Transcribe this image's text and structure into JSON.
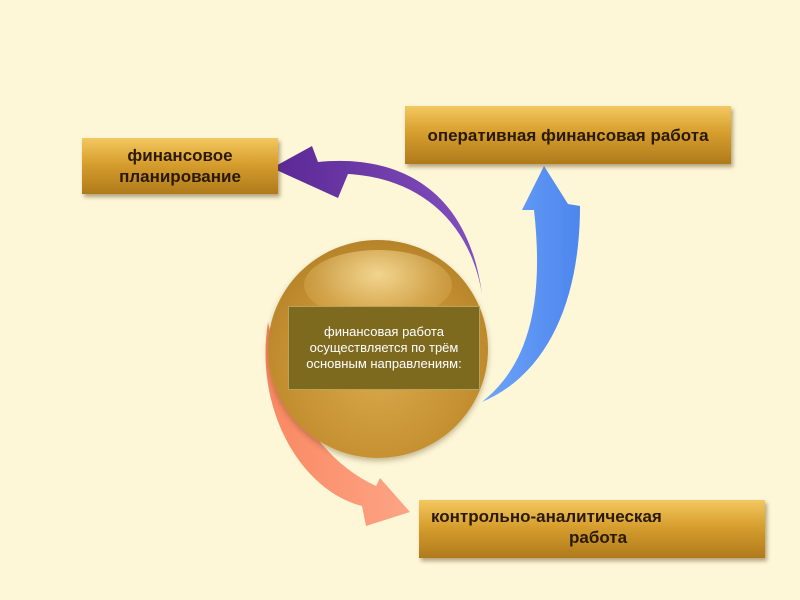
{
  "diagram": {
    "center": {
      "text": "финансовая работа осуществляется по трём основным направлениям:"
    },
    "nodes": {
      "top_left": {
        "label": "финансовое планирование"
      },
      "top_right": {
        "label": "оперативная финансовая работа"
      },
      "bottom_right": {
        "line1": "контрольно-аналитическая",
        "line2": "работа"
      }
    },
    "arrows": [
      {
        "name": "arrow-to-planning",
        "color": "#6a34a4"
      },
      {
        "name": "arrow-to-operational",
        "color": "#5f96f4"
      },
      {
        "name": "arrow-to-control",
        "color": "#fb9670"
      }
    ],
    "colors": {
      "background": "#fdf7d8",
      "box_gold": "#d79f2e",
      "center_box": "#7e6a1f"
    }
  }
}
